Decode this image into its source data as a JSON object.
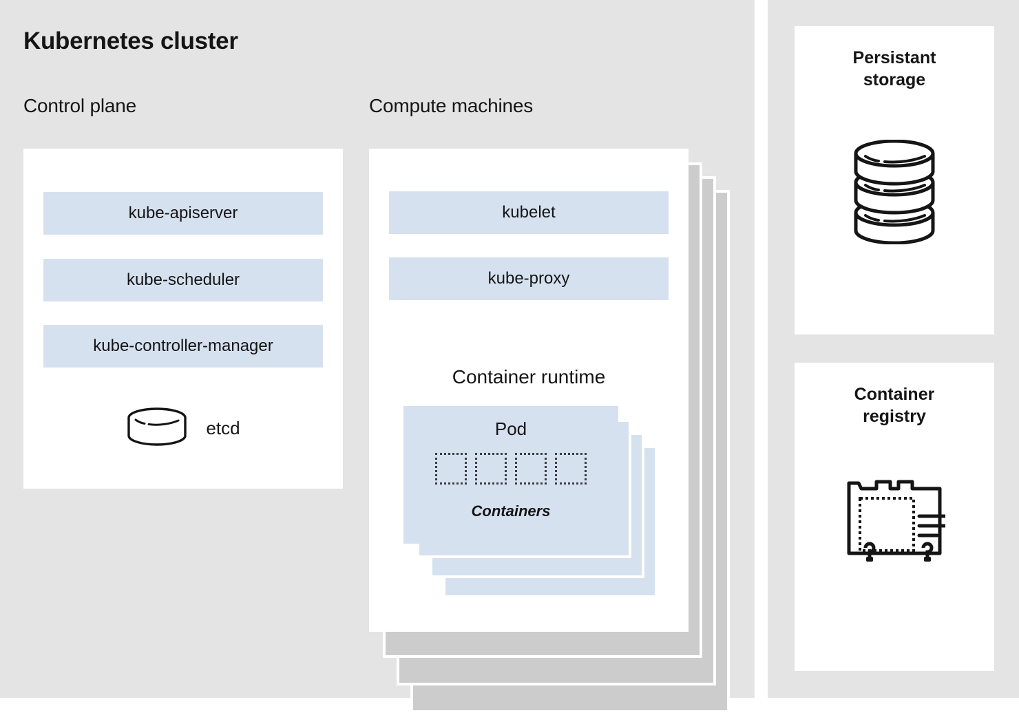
{
  "cluster": {
    "title": "Kubernetes cluster",
    "control_plane": {
      "label": "Control plane",
      "components": [
        {
          "name": "kube-apiserver"
        },
        {
          "name": "kube-scheduler"
        },
        {
          "name": "kube-controller-manager"
        }
      ],
      "etcd_label": "etcd",
      "etcd_icon": "database-cylinder-icon"
    },
    "compute_machines": {
      "label": "Compute machines",
      "components": [
        {
          "name": "kubelet"
        },
        {
          "name": "kube-proxy"
        }
      ],
      "container_runtime_label": "Container runtime",
      "pod": {
        "title": "Pod",
        "containers_label": "Containers",
        "container_count": 4,
        "stack_layers": 3
      },
      "stack_layers": 3
    }
  },
  "side_panels": [
    {
      "title_line1": "Persistant",
      "title_line2": "storage",
      "icon": "database-stack-icon"
    },
    {
      "title_line1": "Container",
      "title_line2": "registry",
      "icon": "crate-registry-icon"
    }
  ],
  "colors": {
    "background": "#e4e4e4",
    "panel": "#ffffff",
    "accent_blue": "#d6e1f0",
    "shadow_gray": "#cccccc",
    "text": "#151515"
  }
}
